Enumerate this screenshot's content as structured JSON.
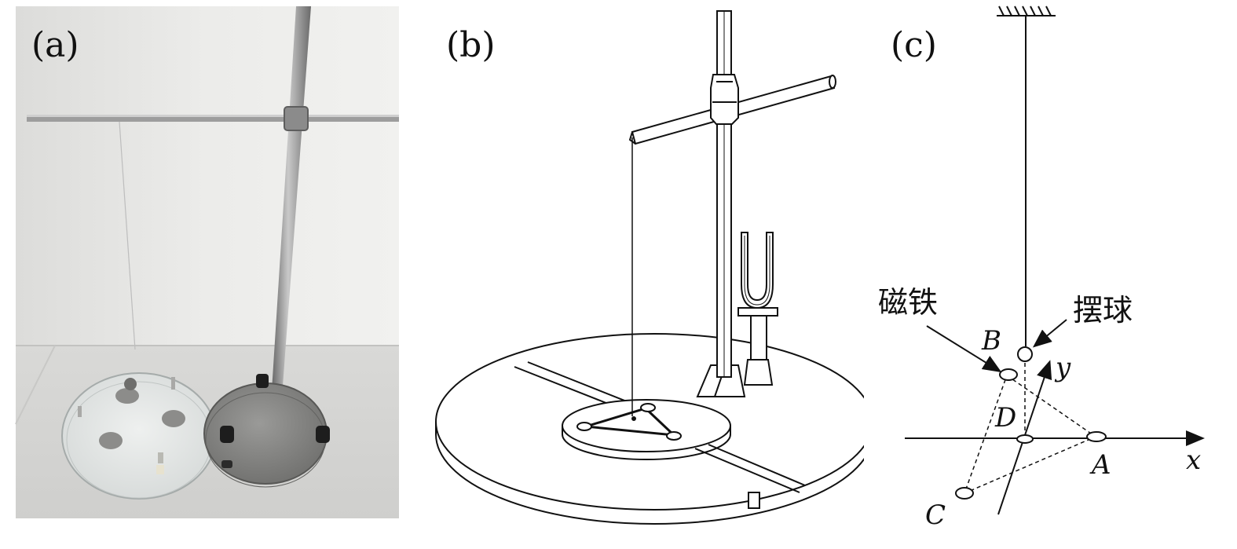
{
  "panels": {
    "a": {
      "label": "(a)"
    },
    "b": {
      "label": "(b)"
    },
    "c": {
      "label": "(c)",
      "magnet_label": "磁铁",
      "bob_label": "摆球",
      "points": {
        "A": "A",
        "B": "B",
        "C": "C",
        "D": "D"
      },
      "axes": {
        "x": "x",
        "y": "y"
      }
    }
  },
  "colors": {
    "wall": "#e7e7e5",
    "floor": "#d6d6d4",
    "metal": "#8a8a8a",
    "acrylic": "#dfe3e2",
    "base": "#7a7a78",
    "ink": "#111111"
  }
}
